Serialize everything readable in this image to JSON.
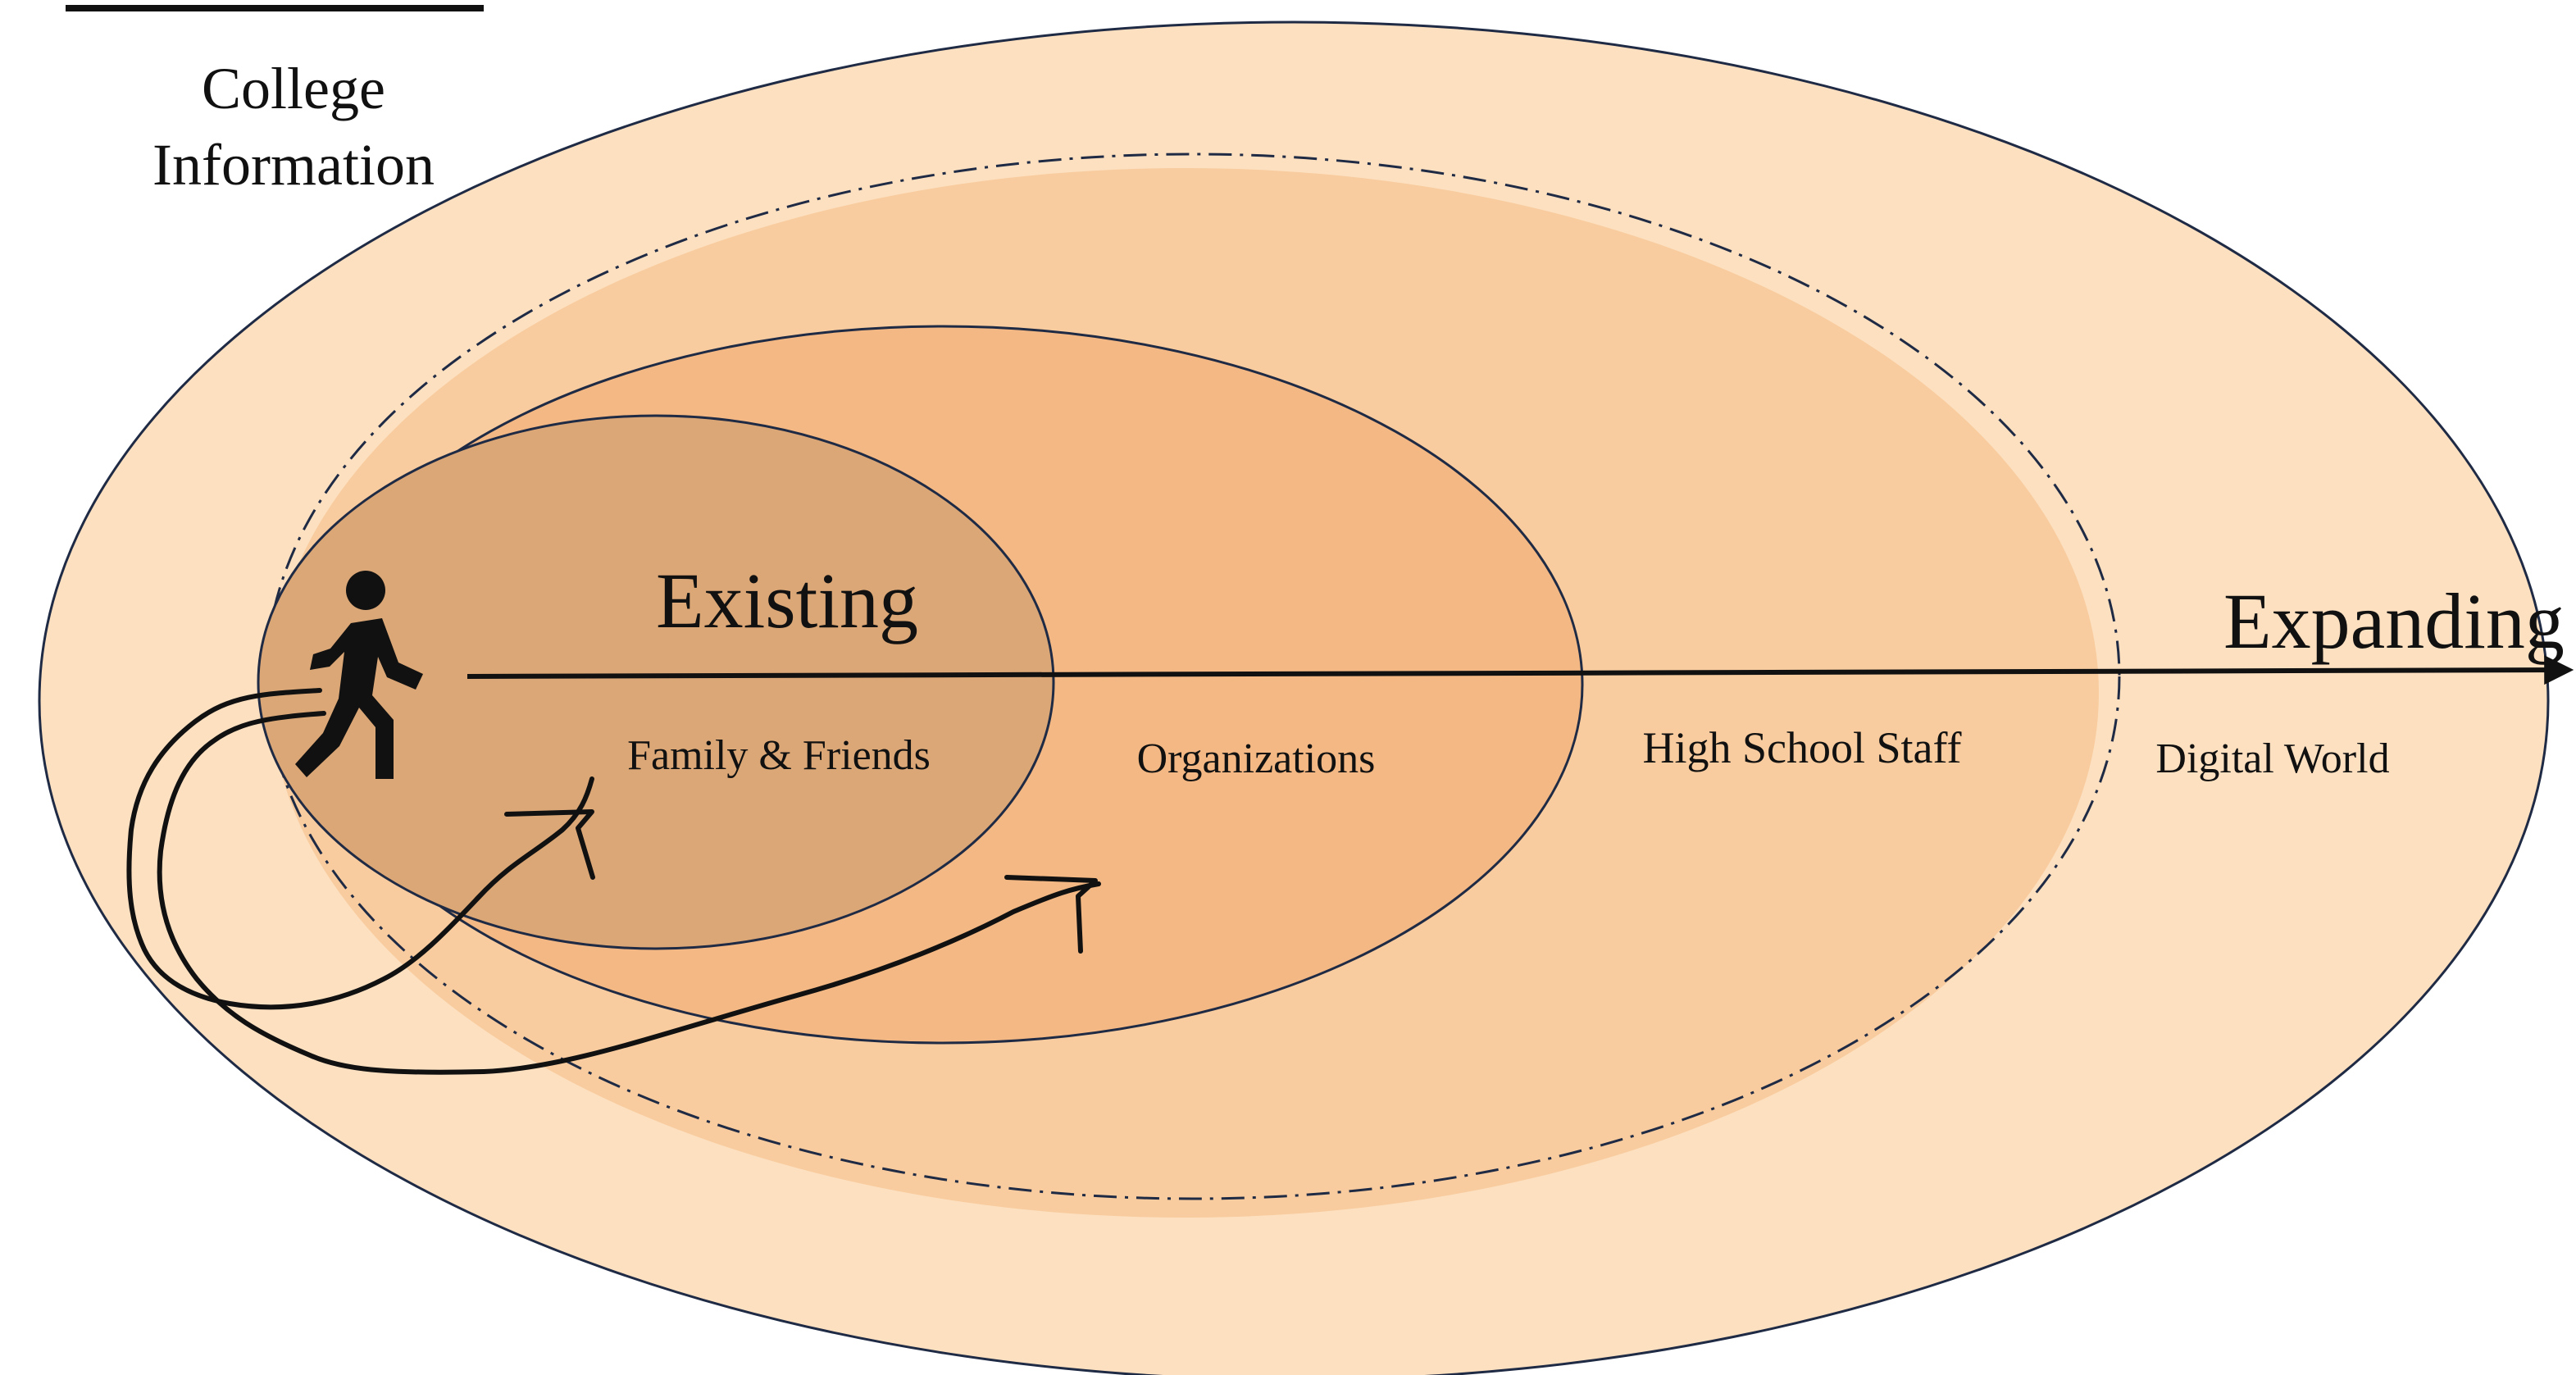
{
  "title": {
    "line1": "College",
    "line2": "Information"
  },
  "icons": {
    "walker": "walking-person-icon"
  },
  "labels": {
    "existing": "Existing",
    "expanding": "Expanding",
    "family_friends": "Family & Friends",
    "organizations": "Organizations",
    "high_school_staff": "High School Staff",
    "digital_world": "Digital World"
  },
  "colors": {
    "outer_fill": "#fde0c0",
    "high_school_fill": "#f8cc9e",
    "organizations_fill": "#f3b883",
    "family_fill": "#dba776",
    "stroke": "#1f2a44",
    "text": "#111111"
  }
}
